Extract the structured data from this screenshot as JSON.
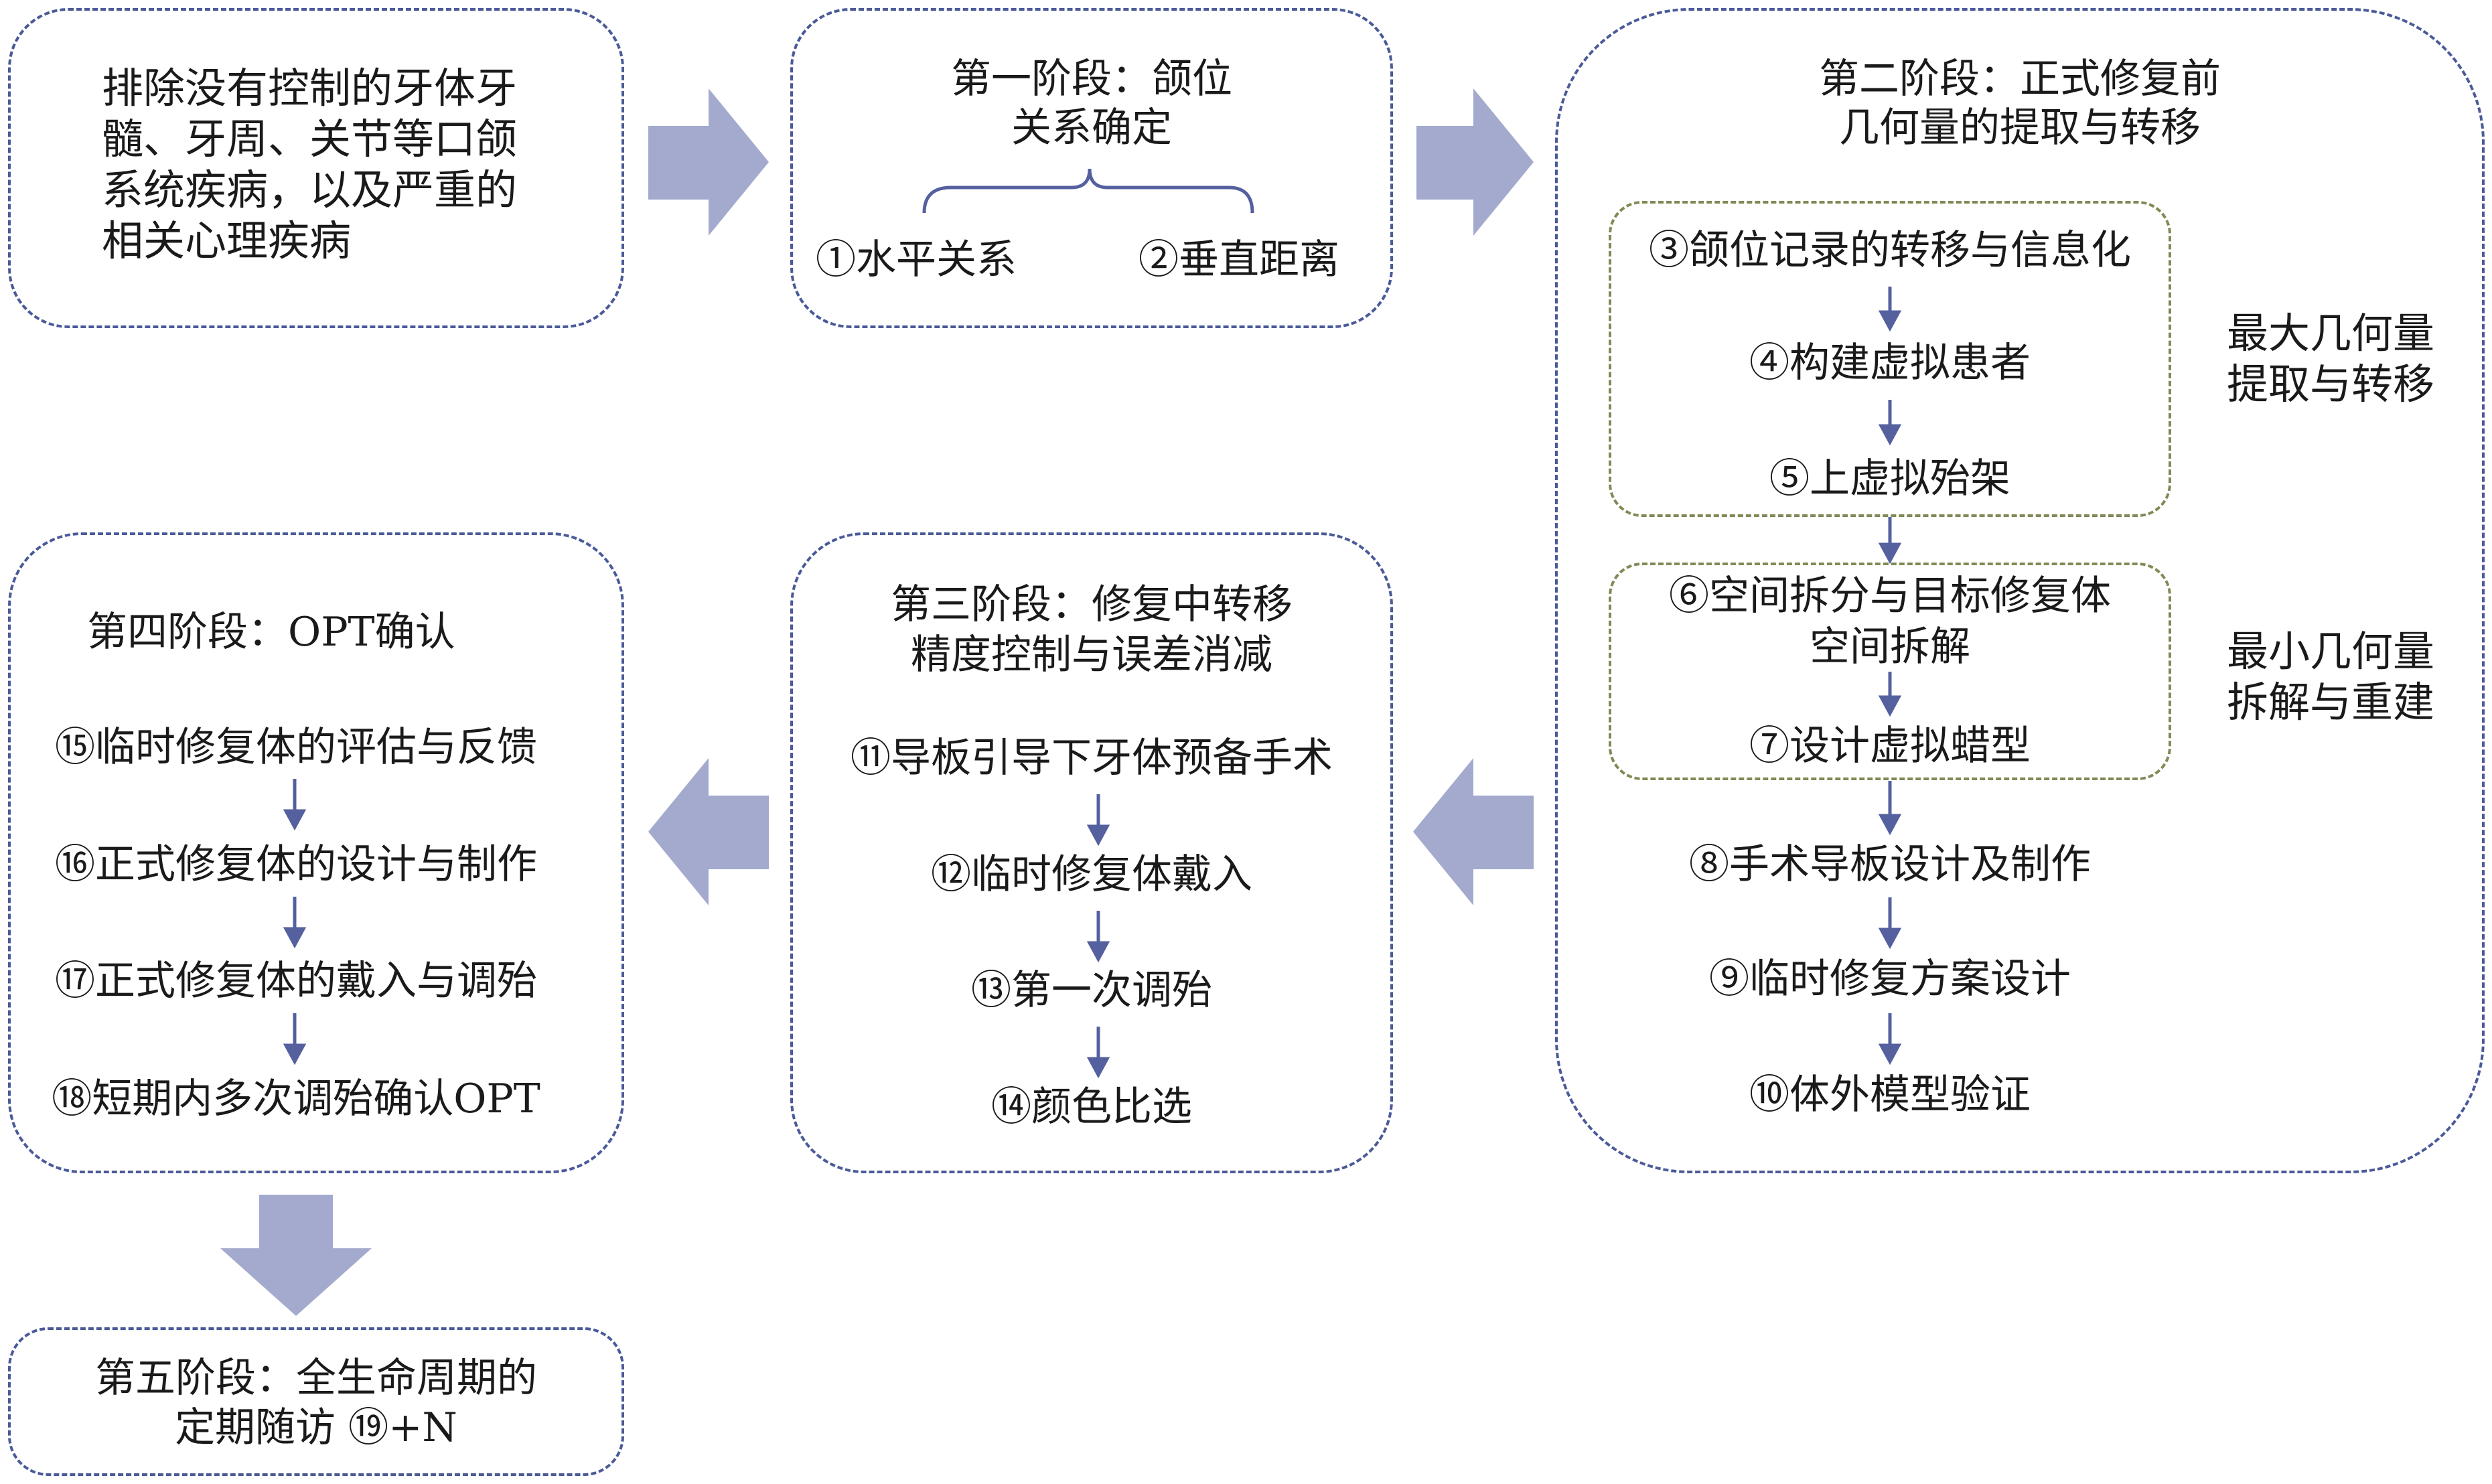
{
  "colors": {
    "box_border": "#4a5a99",
    "subbox_border": "#7f8a55",
    "big_arrow": "#a3aacd",
    "small_arrow": "#55609f",
    "text": "#1a1a1a"
  },
  "preconditions": {
    "lines": [
      "排除没有控制的牙体牙",
      "髓、牙周、关节等口颌",
      "系统疾病，以及严重的",
      "相关心理疾病"
    ]
  },
  "stage1": {
    "title": [
      "第一阶段：颌位",
      "关系确定"
    ],
    "items": [
      "①水平关系",
      "②垂直距离"
    ]
  },
  "stage2": {
    "title": [
      "第二阶段：正式修复前",
      "几何量的提取与转移"
    ],
    "group_max": {
      "label": [
        "最大几何量",
        "提取与转移"
      ],
      "steps": [
        "③颌位记录的转移与信息化",
        "④构建虚拟患者",
        "⑤上虚拟殆架"
      ]
    },
    "group_min": {
      "label": [
        "最小几何量",
        "拆解与重建"
      ],
      "steps": [
        "⑥空间拆分与目标修复体",
        "空间拆解",
        "⑦设计虚拟蜡型"
      ]
    },
    "steps": [
      "⑧手术导板设计及制作",
      "⑨临时修复方案设计",
      "⑩体外模型验证"
    ]
  },
  "stage3": {
    "title": [
      "第三阶段：修复中转移",
      "精度控制与误差消减"
    ],
    "steps": [
      "⑪导板引导下牙体预备手术",
      "⑫临时修复体戴入",
      "⑬第一次调殆",
      "⑭颜色比选"
    ]
  },
  "stage4": {
    "title": "第四阶段：OPT确认",
    "steps": [
      "⑮临时修复体的评估与反馈",
      "⑯正式修复体的设计与制作",
      "⑰正式修复体的戴入与调殆",
      "⑱短期内多次调殆确认OPT"
    ]
  },
  "stage5": {
    "title": [
      "第五阶段：全生命周期的",
      "定期随访 ⑲+N"
    ]
  }
}
